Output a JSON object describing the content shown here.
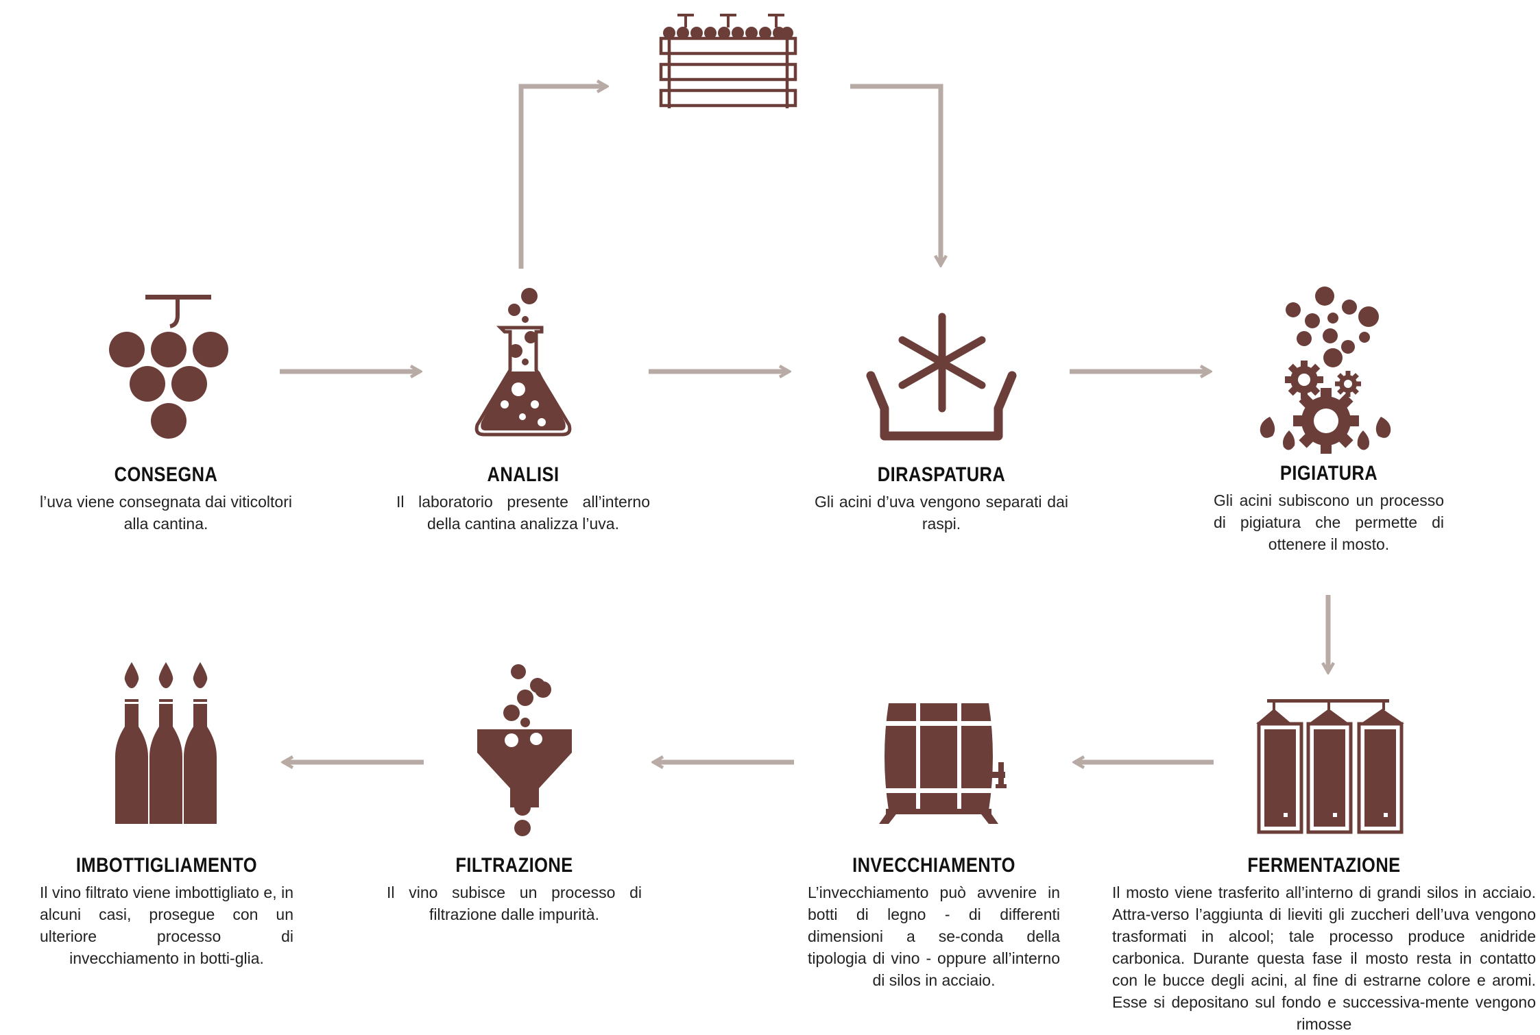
{
  "colors": {
    "icon": "#6b3e39",
    "arrow": "#b8aaa5",
    "text": "#111111"
  },
  "steps": [
    {
      "id": "consegna",
      "icon": "grape-bunch-icon",
      "title": "CONSEGNA",
      "text": "l’uva viene consegnata dai viticoltori alla cantina."
    },
    {
      "id": "analisi",
      "icon": "lab-flask-icon",
      "title": "ANALISI",
      "text": "Il laboratorio presente all’interno della cantina analizza l’uva."
    },
    {
      "id": "diraspatura",
      "icon": "destemmer-icon",
      "title": "DIRASPATURA",
      "text": "Gli acini d’uva vengono separati dai raspi."
    },
    {
      "id": "pigiatura",
      "icon": "crusher-gears-icon",
      "title": "PIGIATURA",
      "text": "Gli acini subiscono un processo di pigiatura che permette di ottenere il mosto."
    },
    {
      "id": "fermentazione",
      "icon": "steel-silos-icon",
      "title": "FERMENTAZIONE",
      "text": "Il mosto viene trasferito all’interno di grandi silos in acciaio. Attra-verso l’aggiunta di lieviti gli zuccheri dell’uva vengono trasformati in alcool; tale processo produce anidride carbonica. Durante questa fase il mosto resta in contatto con le bucce degli acini, al fine di estrarne colore e aromi. Esse si depositano sul fondo e successiva-mente vengono rimosse"
    },
    {
      "id": "invecchiamento",
      "icon": "wine-barrel-icon",
      "title": "INVECCHIAMENTO",
      "text": "L’invecchiamento può avvenire in botti di legno - di differenti dimensioni a se-conda della tipologia di vino - oppure all’interno di silos in acciaio."
    },
    {
      "id": "filtrazione",
      "icon": "filter-funnel-icon",
      "title": "FILTRAZIONE",
      "text": "Il vino subisce un processo di filtrazione dalle impurità."
    },
    {
      "id": "imbottigliamento",
      "icon": "wine-bottles-icon",
      "title": "IMBOTTIGLIAMENTO",
      "text": "Il vino filtrato viene imbottigliato e, in alcuni casi, prosegue con un ulteriore processo di invecchiamento in botti-glia."
    }
  ],
  "crate": {
    "icon": "grape-crate-icon"
  }
}
